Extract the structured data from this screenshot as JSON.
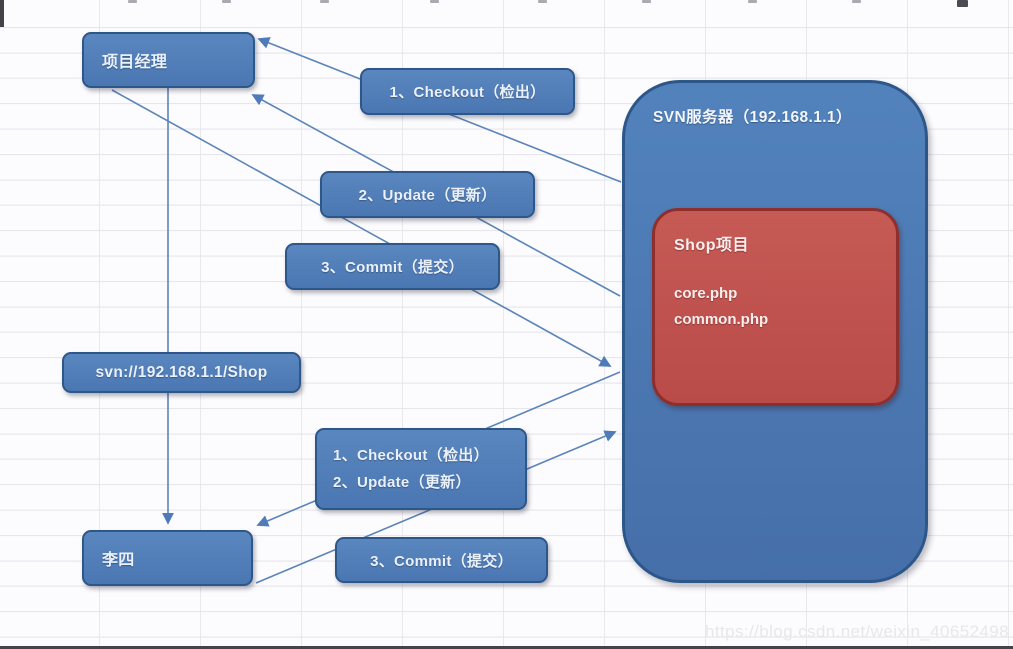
{
  "diagram": {
    "actors": {
      "project_manager": "项目经理",
      "developer": "李四"
    },
    "server": {
      "title": "SVN服务器（192.168.1.1）",
      "project": {
        "name": "Shop项目",
        "files": [
          "core.php",
          "common.php"
        ]
      }
    },
    "labels": {
      "pm_checkout": "1、Checkout（检出）",
      "pm_update": "2、Update（更新）",
      "pm_commit": "3、Commit（提交）",
      "repo_url": "svn://192.168.1.1/Shop",
      "dev_checkout": "1、Checkout（检出）",
      "dev_update": "2、Update（更新）",
      "dev_commit": "3、Commit（提交）"
    },
    "watermark": "https://blog.csdn.net/weixin_40652498",
    "colors": {
      "node_fill": "#4f7cb8",
      "node_border": "#2d5689",
      "server_fill": "#4a76ae",
      "project_fill": "#c0504d",
      "project_border": "#8e2f2d",
      "arrow": "#5b84ba",
      "grid_line": "#e4e4ea",
      "watermark_text": "#e7e7ec"
    }
  }
}
